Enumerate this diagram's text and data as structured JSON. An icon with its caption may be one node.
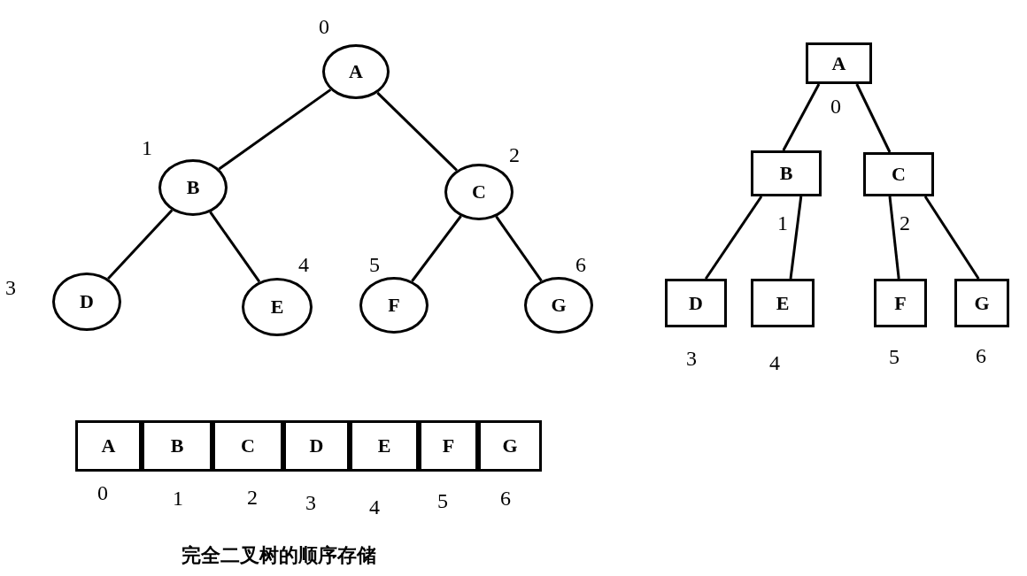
{
  "diagram": {
    "caption": "完全二叉树的顺序存储",
    "nodes": [
      {
        "text": [
          "A"
        ],
        "beside": [
          "0"
        ]
      },
      {
        "text": [
          "B"
        ],
        "beside": [
          "1"
        ]
      },
      {
        "text": [
          "C"
        ],
        "beside": [
          "2"
        ]
      },
      {
        "text": [
          "D"
        ],
        "beside": [
          "3"
        ]
      },
      {
        "text": [
          "E"
        ],
        "beside": [
          "4"
        ]
      },
      {
        "text": [
          "F"
        ],
        "beside": [
          "5"
        ]
      },
      {
        "text": [
          "G"
        ],
        "beside": [
          "6"
        ]
      },
      {
        "text": [
          "A"
        ],
        "beside": [
          "0"
        ]
      },
      {
        "text": [
          "B"
        ],
        "beside": [
          "1"
        ]
      },
      {
        "text": [
          "C"
        ],
        "beside": [
          "2"
        ]
      },
      {
        "text": [
          "D"
        ],
        "beside": [
          "3"
        ]
      },
      {
        "text": [
          "E"
        ],
        "beside": [
          "4"
        ]
      },
      {
        "text": [
          "F"
        ],
        "beside": [
          "5"
        ]
      },
      {
        "text": [
          "G"
        ],
        "beside": [
          "6"
        ]
      },
      {
        "text": [
          "A"
        ],
        "beside": [
          "0"
        ]
      },
      {
        "text": [
          "B"
        ],
        "beside": [
          "1"
        ]
      },
      {
        "text": [
          "C"
        ],
        "beside": [
          "2"
        ]
      },
      {
        "text": [
          "D"
        ],
        "beside": [
          "3"
        ]
      },
      {
        "text": [
          "E"
        ],
        "beside": [
          "4"
        ]
      },
      {
        "text": [
          "F"
        ],
        "beside": [
          "5"
        ]
      },
      {
        "text": [
          "G"
        ],
        "beside": [
          "6"
        ]
      }
    ],
    "edges": [
      {
        "from": 0,
        "to": 1,
        "arrow": "none"
      },
      {
        "from": 0,
        "to": 2,
        "arrow": "none"
      },
      {
        "from": 1,
        "to": 3,
        "arrow": "none"
      },
      {
        "from": 1,
        "to": 4,
        "arrow": "none"
      },
      {
        "from": 2,
        "to": 5,
        "arrow": "none"
      },
      {
        "from": 2,
        "to": 6,
        "arrow": "none"
      },
      {
        "from": 7,
        "to": 8,
        "arrow": "none"
      },
      {
        "from": 7,
        "to": 9,
        "arrow": "none"
      },
      {
        "from": 8,
        "to": 10,
        "arrow": "none"
      },
      {
        "from": 8,
        "to": 11,
        "arrow": "none"
      },
      {
        "from": 9,
        "to": 12,
        "arrow": "none"
      },
      {
        "from": 9,
        "to": 13,
        "arrow": "none"
      }
    ]
  }
}
